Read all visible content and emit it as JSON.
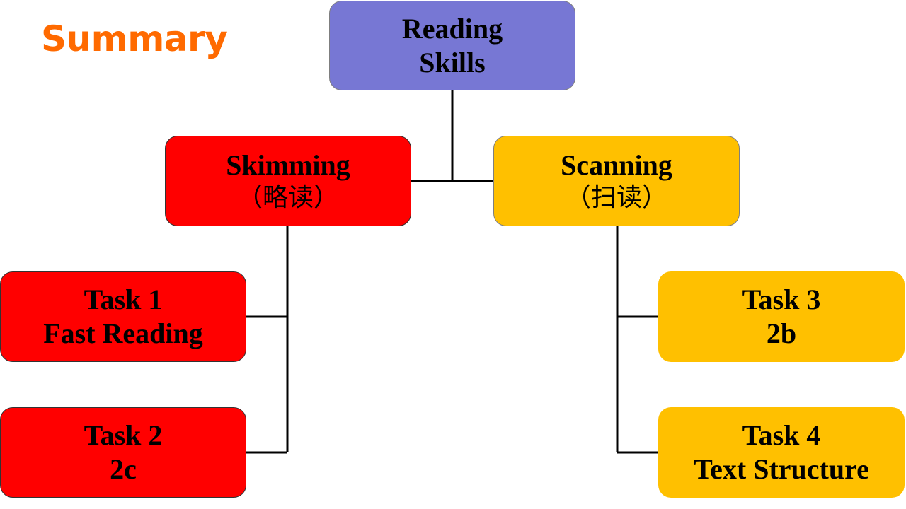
{
  "slide": {
    "heading": "Summary"
  },
  "colors": {
    "heading": "#ff6a00",
    "root": "#7777d4",
    "skimming": "#ff0000",
    "scanning": "#ffc000",
    "connector": "#000000"
  },
  "diagram": {
    "root": {
      "line1": "Reading",
      "line2": "Skills"
    },
    "skimming": {
      "line1": "Skimming",
      "line2": "（略读）",
      "tasks": [
        {
          "line1": "Task 1",
          "line2": "Fast Reading"
        },
        {
          "line1": "Task 2",
          "line2": "2c"
        }
      ]
    },
    "scanning": {
      "line1": "Scanning",
      "line2": "（扫读）",
      "tasks": [
        {
          "line1": "Task 3",
          "line2": "2b"
        },
        {
          "line1": "Task 4",
          "line2": "Text Structure"
        }
      ]
    }
  }
}
